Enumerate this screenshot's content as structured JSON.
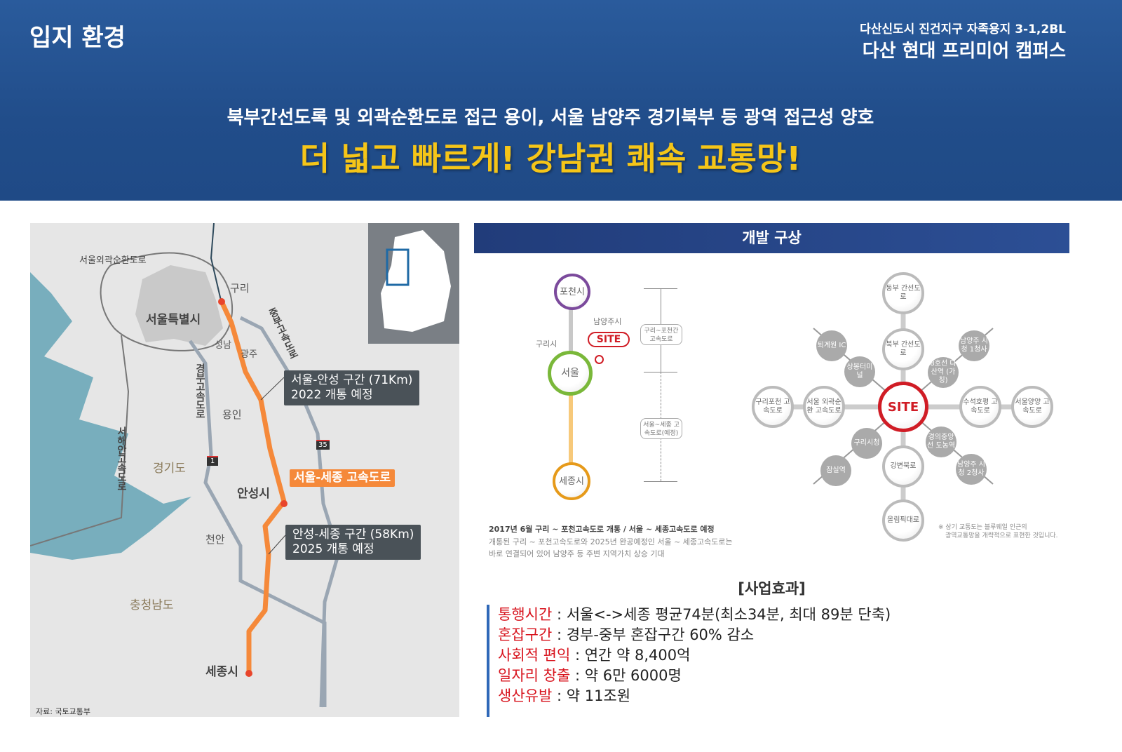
{
  "header": {
    "section_title": "입지 환경",
    "project_sub": "다산신도시 진건지구 자족용지 3-1,2BL",
    "project_name": "다산 현대 프리미어 캠퍼스",
    "headline_sub": "북부간선도록 및 외곽순환도로 접근 용이, 서울 남양주 경기북부 등 광역 접근성 양호",
    "headline": "더 넓고 빠르게! 강남권 쾌속 교통망!"
  },
  "map": {
    "labels": {
      "outer_ring": "서울외곽순환도로",
      "guri": "구리",
      "seoul": "서울특별시",
      "seongnam": "성남",
      "gwangju": "광주",
      "yongin": "용인",
      "gyeonggi": "경기도",
      "anseong": "안성시",
      "cheonan": "천안",
      "chungnam": "충청남도",
      "sejong": "세종시",
      "gyeongbu": "경부고속도로",
      "jungbu": "중부고속도로",
      "seohaean": "서해안고속도로",
      "route1": "1",
      "route35": "35"
    },
    "box1": {
      "line1": "서울-안성 구간 (71Km)",
      "line2": "2022 개통 예정"
    },
    "box2": {
      "line1": "안성-세종 구간 (58Km)",
      "line2": "2025 개통 예정"
    },
    "highway_label": "서울-세종 고속도로",
    "source": "자료: 국토교통부",
    "route_color": "#f5893a"
  },
  "dev": {
    "title": "개발 구상",
    "timeline": {
      "nodes": [
        "포천시",
        "서울",
        "세종시"
      ],
      "guri": "구리시",
      "namyangju": "남양주시",
      "site": "SITE",
      "seg1": "구리~포천간 고속도로",
      "seg2": "서울~세종 고속도로(예정)"
    },
    "note_title": "2017년 6월 구리 ~ 포천고속도로 개통 / 서울 ~ 세종고속도로 예정",
    "note_body1": "개통된 구리 ~ 포천고속도로와 2025년 완공예정인 서울 ~ 세종고속도로는",
    "note_body2": "바로 연결되어 있어 남양주 등 주변 지역가치 상승 기대",
    "hub": {
      "center": "SITE",
      "white": [
        "동부 간선도로",
        "북부 간선도로",
        "강변북로",
        "올림픽대로",
        "구리포천 고속도로",
        "서울 외곽순환 고속도로",
        "수석호평 고속도로",
        "서울양양 고속도로"
      ],
      "gray": [
        "퇴계원 IC",
        "상봉터미널",
        "구리시청",
        "잠실역",
        "8호선 다산역 (가칭)",
        "남양주 시청 1청사",
        "경의중앙선 도농역",
        "남양주 시청 2청사"
      ]
    },
    "disclaimer1": "※ 상기 교통도는 블루웨일 인근의",
    "disclaimer2": "광역교통망을 개략적으로 표현한 것입니다."
  },
  "effects": {
    "title": "[사업효과]",
    "items": [
      {
        "key": "통행시간",
        "value": " : 서울<->세종 평균74분(최소34분, 최대 89분 단축)"
      },
      {
        "key": "혼잡구간",
        "value": " : 경부-중부 혼잡구간 60% 감소"
      },
      {
        "key": "사회적 편익",
        "value": " : 연간 약 8,400억"
      },
      {
        "key": "일자리 창출",
        "value": " : 약 6만 6000명"
      },
      {
        "key": "생산유발",
        "value": " : 약 11조원"
      }
    ]
  }
}
